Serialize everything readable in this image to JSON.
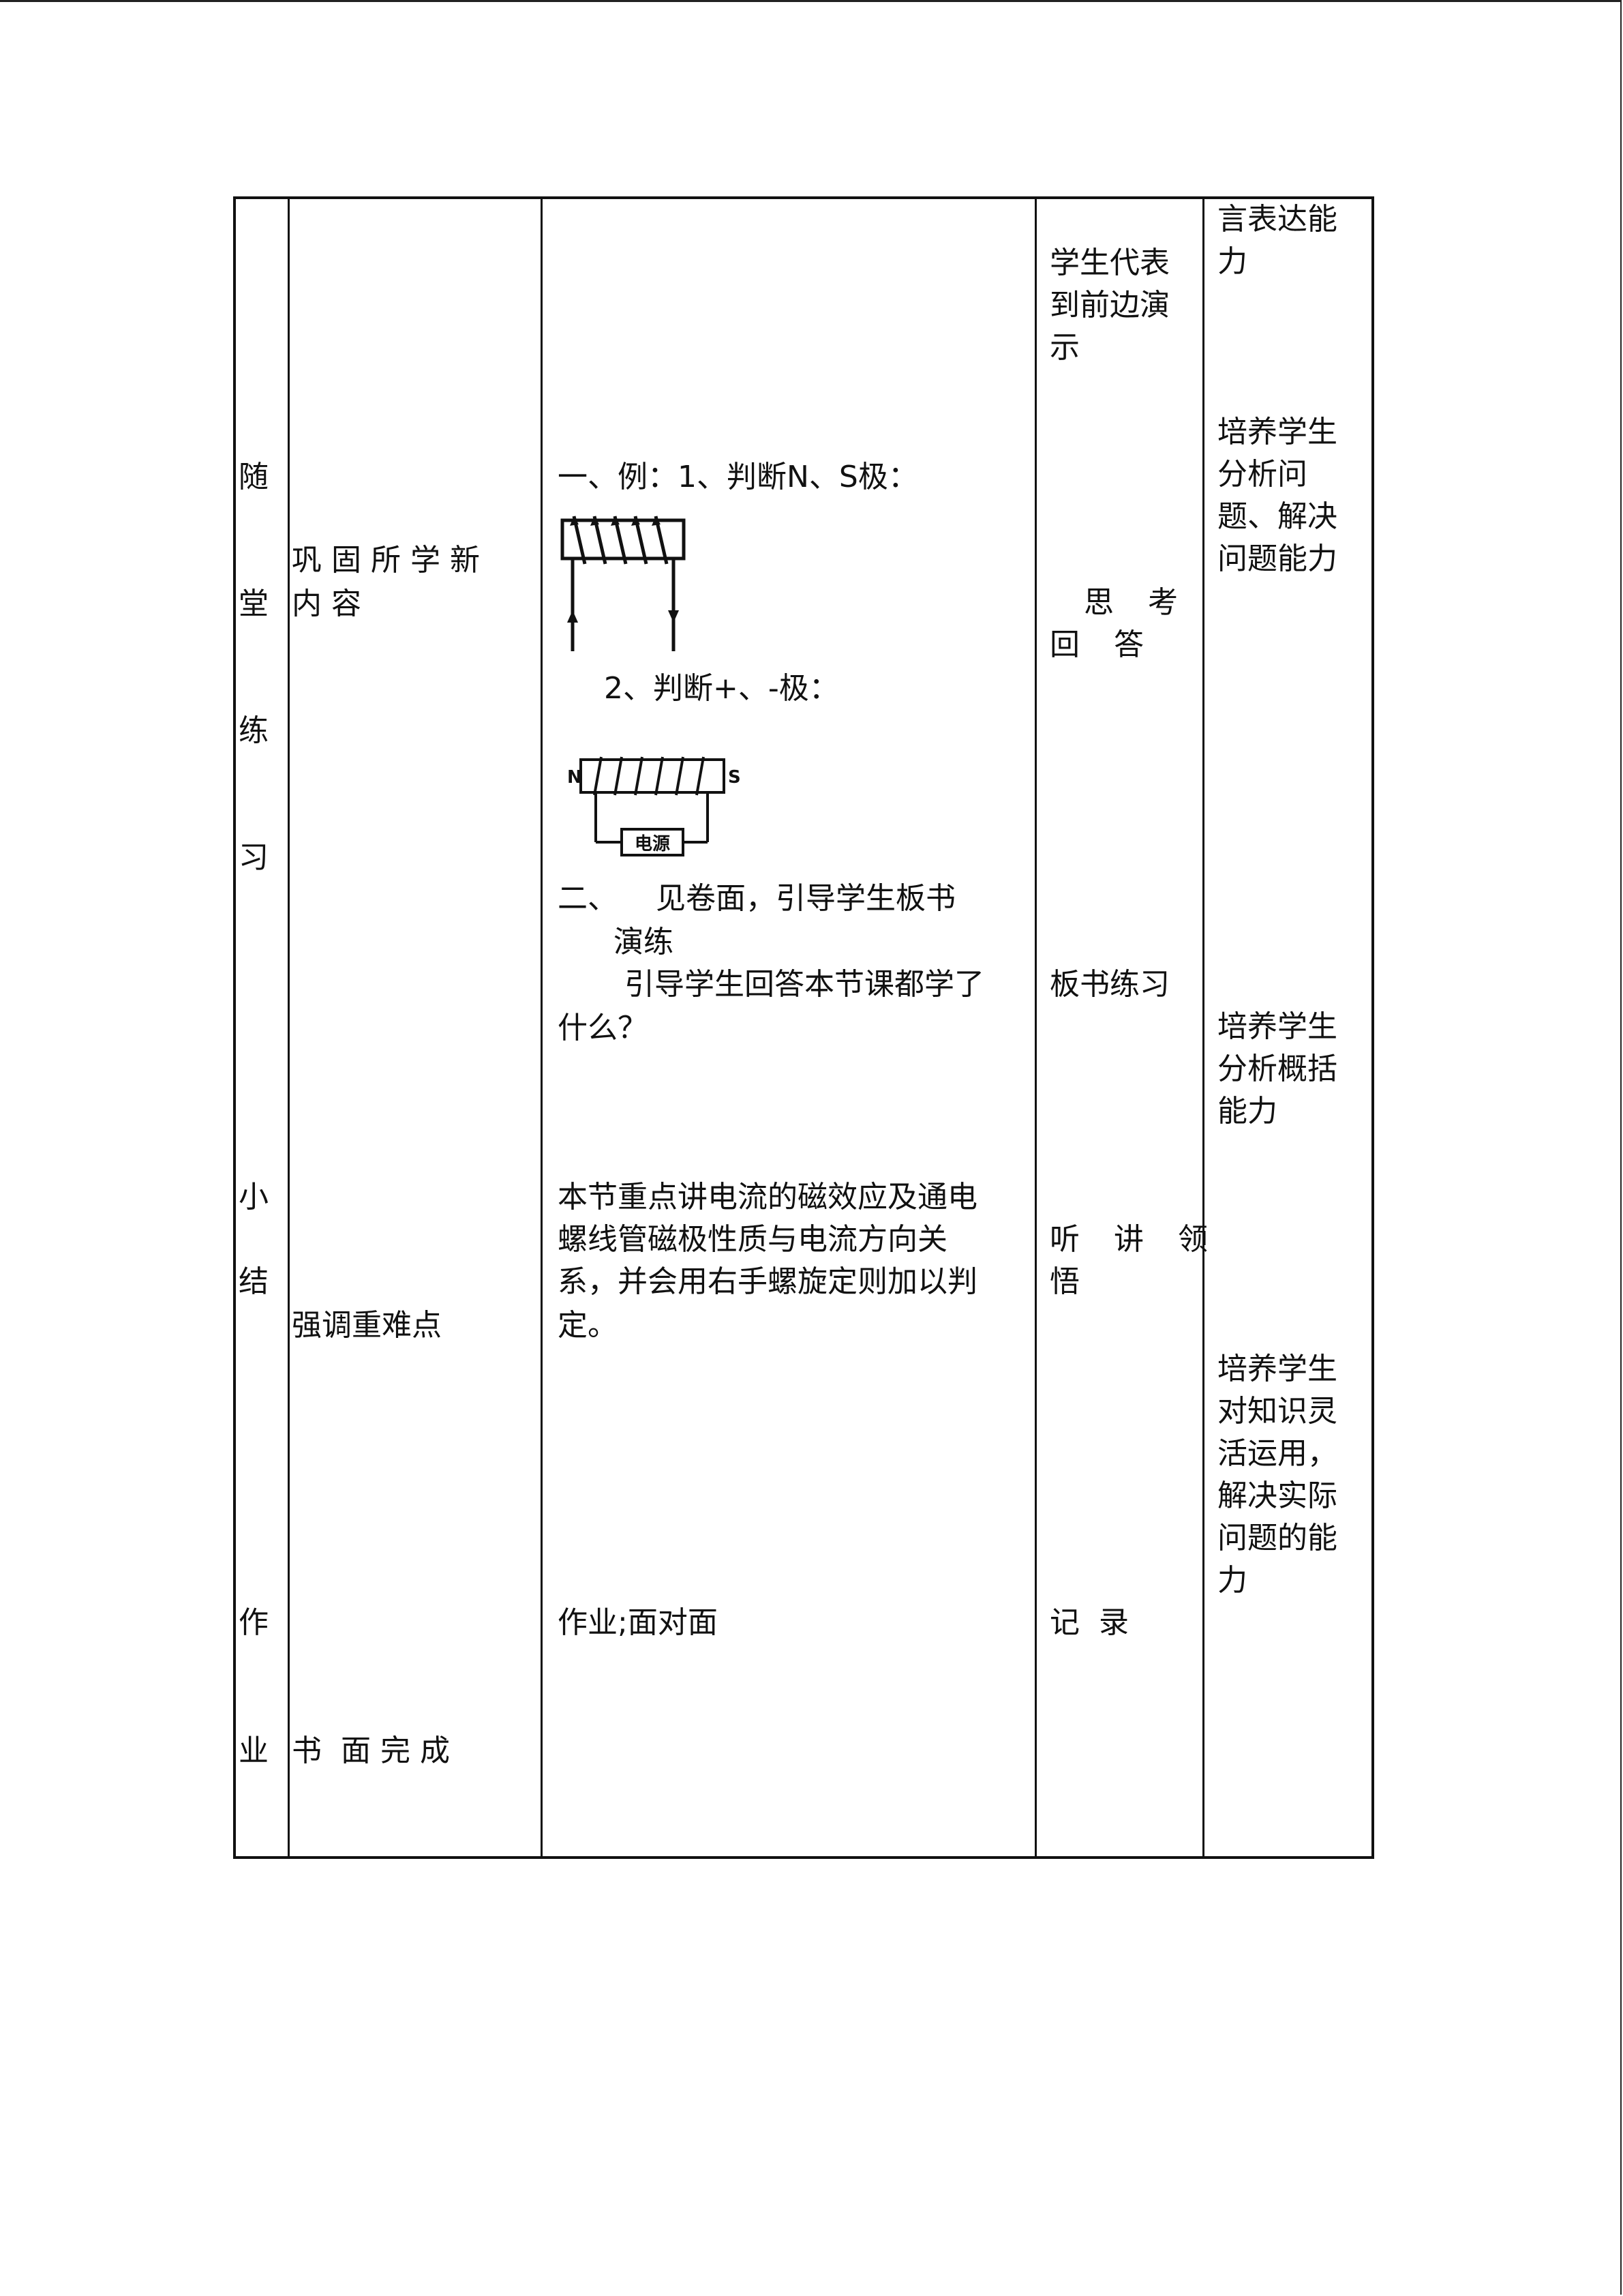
{
  "stage_col": {
    "practice": [
      "随",
      "堂",
      "练",
      "习"
    ],
    "summary": [
      "小",
      "结"
    ],
    "homework": [
      "作",
      "业"
    ]
  },
  "content_col": {
    "consolidate": [
      "巩 固 所 学 新",
      "内 容"
    ],
    "emphasize": "强调重难点",
    "written": "书  面 完 成"
  },
  "teacher_col": {
    "example_title": "一、例：1、判断N、S极：",
    "example2": "2、判断+、-极：",
    "diagram2": {
      "pole_left": "N",
      "pole_right": "S",
      "power_label": "电源"
    },
    "item_two": [
      "二、    见卷面，引导学生板书",
      "演练"
    ],
    "guide": [
      "引导学生回答本节课都学了",
      "什么？"
    ],
    "summary_text": [
      "本节重点讲电流的磁效应及通电",
      "螺线管磁极性质与电流方向关",
      "系，并会用右手螺旋定则加以判",
      "定。"
    ],
    "homework_text": "作业;面对面"
  },
  "student_col": {
    "demo": [
      "学生代表",
      "到前边演",
      "示"
    ],
    "think": [
      "思 考",
      "回 答"
    ],
    "board": "板书练习",
    "listen": [
      "听 讲 领",
      "悟"
    ],
    "record": "记  录"
  },
  "goal_col": {
    "g1": [
      "言表达能",
      "力"
    ],
    "g2": [
      "培养学生",
      "分析问",
      "题、解决",
      "问题能力"
    ],
    "g3": [
      "培养学生",
      "分析概括",
      "能力"
    ],
    "g4": [
      "培养学生",
      "对知识灵",
      "活运用，",
      "解决实际",
      "问题的能",
      "力"
    ]
  }
}
